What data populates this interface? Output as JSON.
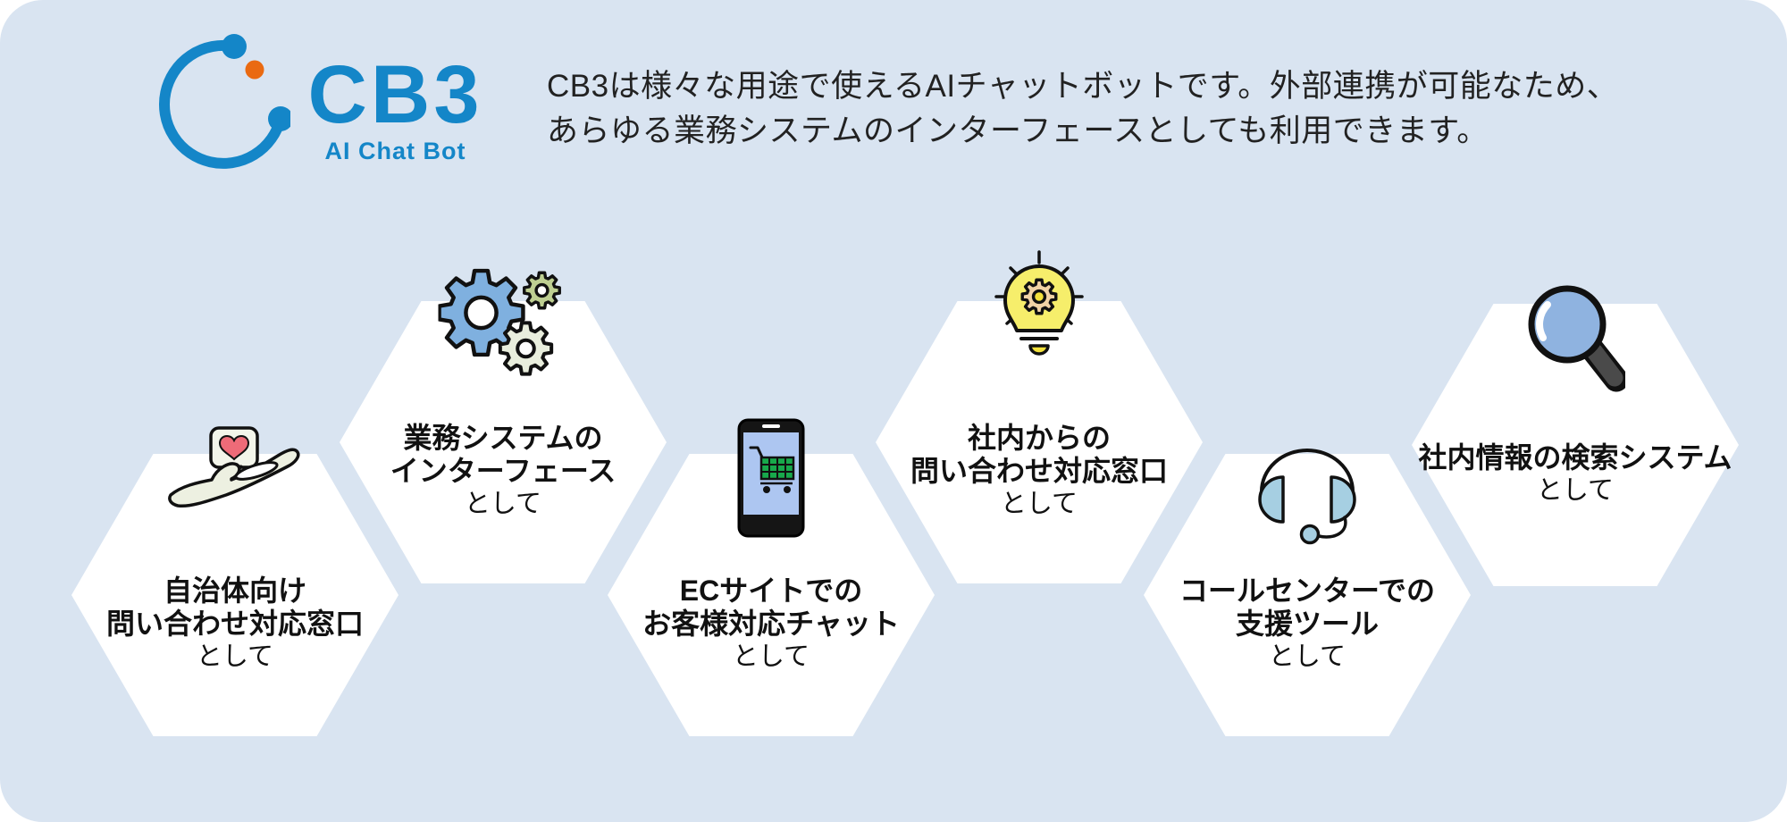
{
  "logo": {
    "title": "CB3",
    "subtitle": "AI Chat Bot",
    "mark": "arc-with-dots-logo"
  },
  "description": {
    "line1": "CB3は様々な用途で使えるAIチャットボットです。外部連携が可能なため、",
    "line2": "あらゆる業務システムのインターフェースとしても利用できます。"
  },
  "hexagons": [
    {
      "id": "municipal-inquiry",
      "icon": "hand-heart-icon",
      "lines": [
        "自治体向け",
        "問い合わせ対応窓口"
      ],
      "suffix": "として",
      "position": "low"
    },
    {
      "id": "business-system",
      "icon": "gears-icon",
      "lines": [
        "業務システムの",
        "インターフェース"
      ],
      "suffix": "として",
      "position": "high"
    },
    {
      "id": "ec-site-chat",
      "icon": "shopping-phone-icon",
      "lines": [
        "ECサイトでの",
        "お客様対応チャット"
      ],
      "suffix": "として",
      "position": "low"
    },
    {
      "id": "internal-inquiry",
      "icon": "lightbulb-gear-icon",
      "lines": [
        "社内からの",
        "問い合わせ対応窓口"
      ],
      "suffix": "として",
      "position": "high"
    },
    {
      "id": "call-center-tool",
      "icon": "headset-icon",
      "lines": [
        "コールセンターでの",
        "支援ツール"
      ],
      "suffix": "として",
      "position": "low"
    },
    {
      "id": "internal-search",
      "icon": "magnifier-icon",
      "lines": [
        "社内情報の検索システム"
      ],
      "suffix": "として",
      "position": "high"
    }
  ],
  "colors": {
    "background_panel": "#d9e4f1",
    "hexagon_fill": "#ffffff",
    "brand_blue": "#1486c8",
    "brand_orange": "#ea6a12",
    "text_dark": "#111111",
    "heart_pink": "#ee6b78",
    "gear_blue": "#7fb0df",
    "gear_olive": "#becf92",
    "gear_pale": "#e9eedd",
    "phone_screen_blue": "#adc6f1",
    "cart_green": "#18a94b",
    "bulb_yellow": "#f6ee6b",
    "bulb_gear_tan": "#f1d3a6",
    "bulb_gear_center_yellow": "#f2e13c",
    "headset_blue": "#a6cfe2",
    "lens_blue": "#8fb3e0",
    "handle_gray": "#4a4a4a"
  }
}
